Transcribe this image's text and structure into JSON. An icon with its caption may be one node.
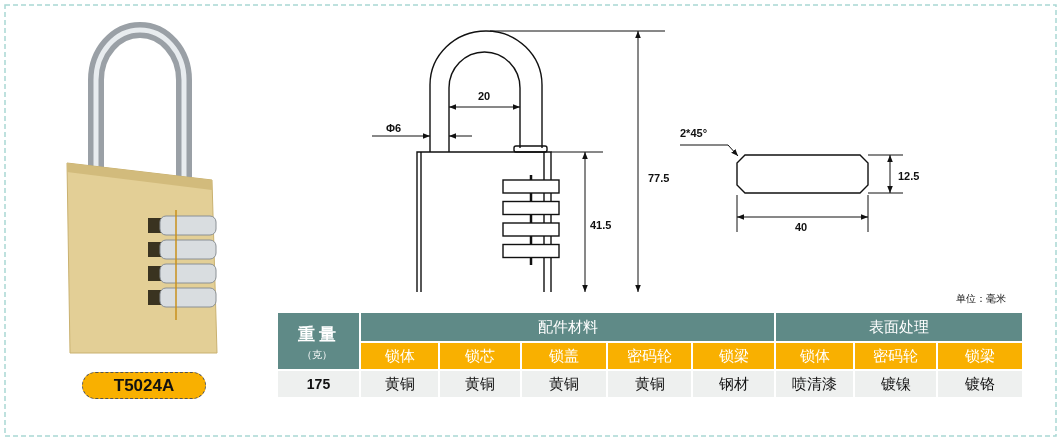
{
  "diagram": {
    "nodes": [
      {
        "text": [
          "2*45°"
        ]
      },
      {
        "text": [],
        "shape": "box"
      }
    ],
    "edges": [
      {
        "from": 0,
        "to": 1,
        "arrow": "to"
      }
    ],
    "labels": [
      "Φ6",
      "20",
      "77.5",
      "41.5",
      "12.5",
      "40",
      "T5024A",
      "单位：毫米",
      "重量",
      "（克）",
      "配件材料",
      "表面处理",
      "锁体",
      "锁芯",
      "锁盖",
      "密码轮",
      "锁梁",
      "锁体",
      "密码轮",
      "锁梁",
      "175",
      "黄铜",
      "黄铜",
      "黄铜",
      "黄铜",
      "钢材",
      "喷清漆",
      "镀镍",
      "镀铬"
    ]
  }
}
